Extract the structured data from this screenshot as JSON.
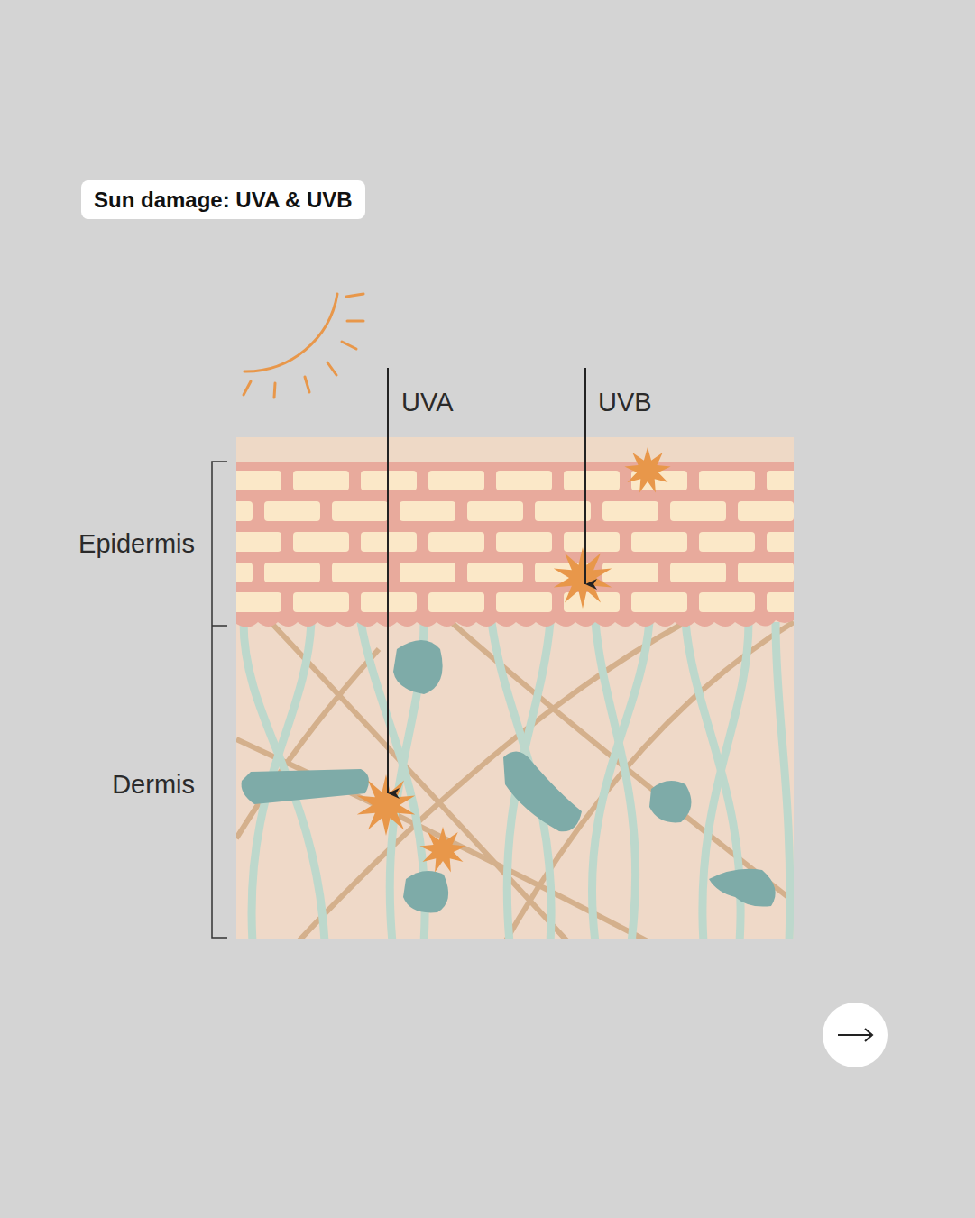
{
  "diagram": {
    "title": "Sun damage: UVA & UVB",
    "labels": [
      "UVA",
      "UVB",
      "Epidermis",
      "Dermis"
    ]
  }
}
